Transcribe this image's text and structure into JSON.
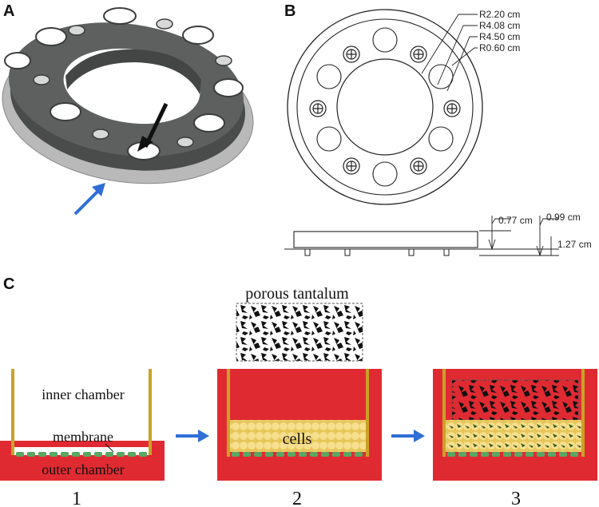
{
  "panels": {
    "a": {
      "letter": "A"
    },
    "b": {
      "letter": "B",
      "radii": [
        "R2.20 cm",
        "R4.08 cm",
        "R4.50 cm",
        "R0.60 cm"
      ],
      "heights": [
        "0.77 cm",
        "0.99 cm",
        "1.27 cm"
      ]
    },
    "c": {
      "letter": "C",
      "porous_label": "porous tantalum",
      "inner_chamber": "inner chamber",
      "membrane": "membrane",
      "outer_chamber": "outer chamber",
      "cells": "cells",
      "steps": [
        "1",
        "2",
        "3"
      ]
    }
  },
  "colors": {
    "red": "#e02a32",
    "gold": "#c9a227",
    "cell_yellow": "#f6df8e",
    "membrane_green": "#5aa662",
    "blue_arrow": "#2f6fd6",
    "ring_gray": "#5b5d5d"
  }
}
